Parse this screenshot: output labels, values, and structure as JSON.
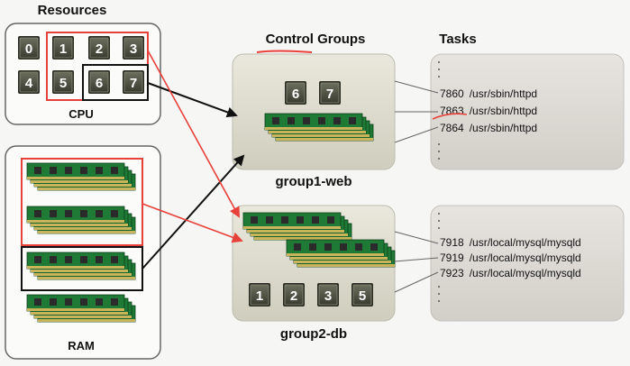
{
  "headings": {
    "resources": "Resources",
    "control_groups": "Control Groups",
    "tasks": "Tasks"
  },
  "resources": {
    "cpu_label": "CPU",
    "ram_label": "RAM",
    "cpu_cores": [
      "0",
      "1",
      "2",
      "3",
      "4",
      "5",
      "6",
      "7"
    ]
  },
  "groups": [
    {
      "name": "group1-web",
      "cpus": [
        "6",
        "7"
      ],
      "tasks": [
        {
          "pid": "7860",
          "cmd": "/usr/sbin/httpd"
        },
        {
          "pid": "7863",
          "cmd": "/usr/sbin/httpd"
        },
        {
          "pid": "7864",
          "cmd": "/usr/sbin/httpd"
        }
      ]
    },
    {
      "name": "group2-db",
      "cpus": [
        "1",
        "2",
        "3",
        "5"
      ],
      "tasks": [
        {
          "pid": "7918",
          "cmd": "/usr/local/mysql/mysqld"
        },
        {
          "pid": "7919",
          "cmd": "/usr/local/mysql/mysqld"
        },
        {
          "pid": "7923",
          "cmd": "/usr/local/mysql/mysqld"
        }
      ]
    }
  ],
  "colors": {
    "highlight_red": "#e8403a",
    "arrow_black": "#111111",
    "chip_dark": "#4a4c3e",
    "ram_green": "#1f7a36",
    "group_box": "#e1e0d2",
    "task_box": "#dedbd6"
  }
}
